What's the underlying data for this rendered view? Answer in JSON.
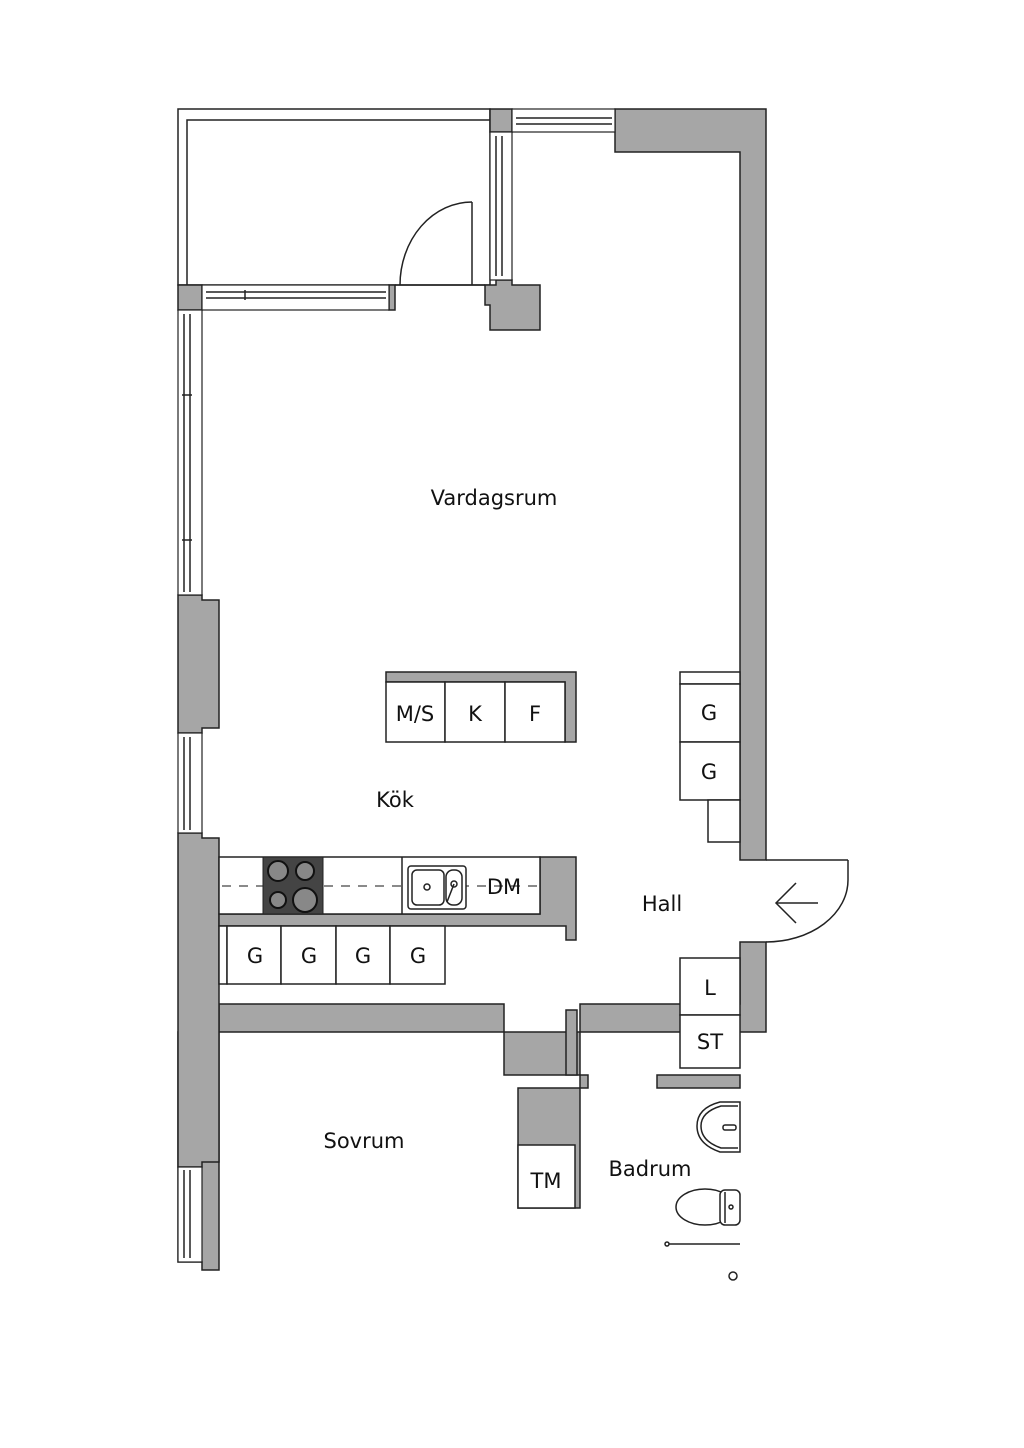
{
  "rooms": {
    "living": "Vardagsrum",
    "kitchen": "Kök",
    "hall": "Hall",
    "bedroom": "Sovrum",
    "bathroom": "Badrum"
  },
  "appliances": {
    "island": [
      "M/S",
      "K",
      "F"
    ],
    "dishwasher": "DM",
    "kitchen_cabinets": [
      "G",
      "G",
      "G",
      "G"
    ],
    "hall_cabinets": [
      "G",
      "G"
    ],
    "linen": "L",
    "storage": "ST",
    "dryer": "TM"
  },
  "colors": {
    "wall": "#a6a6a6",
    "line": "#222222",
    "cooktop": "#444444"
  }
}
